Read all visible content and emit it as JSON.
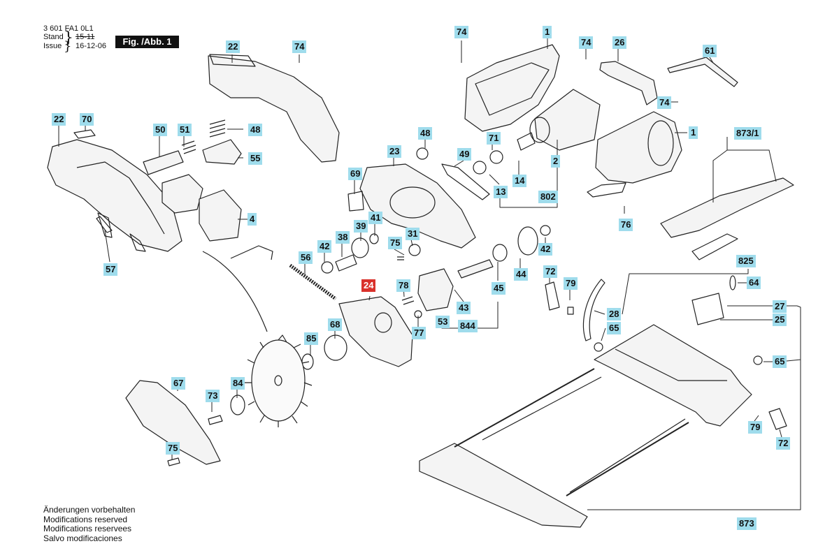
{
  "doc_number": "3 601 FA1 0L1",
  "stand_label": "Stand",
  "stand_value": "15-11",
  "issue_label": "Issue",
  "issue_value": "16-12-06",
  "figure_label": "Fig. /Abb. 1",
  "notes": [
    "Änderungen vorbehalten",
    "Modifications reserved",
    "Modifications reservees",
    "Salvo modificaciones"
  ],
  "colors": {
    "label_bg": "#9fdcec",
    "highlight_bg": "#d9312b",
    "line": "#222222"
  },
  "labels": [
    "74",
    "1",
    "74",
    "26",
    "61",
    "22",
    "74",
    "74",
    "1",
    "22",
    "70",
    "50",
    "51",
    "48",
    "55",
    "48",
    "23",
    "49",
    "71",
    "2",
    "873/1",
    "69",
    "13",
    "14",
    "802",
    "4",
    "41",
    "39",
    "38",
    "75",
    "31",
    "42",
    "42",
    "76",
    "57",
    "56",
    "24",
    "78",
    "72",
    "79",
    "44",
    "825",
    "64",
    "45",
    "43",
    "27",
    "28",
    "25",
    "65",
    "68",
    "77",
    "53",
    "844",
    "85",
    "65",
    "67",
    "84",
    "73",
    "79",
    "72",
    "75",
    "873"
  ],
  "highlighted_labels": [
    "24"
  ]
}
